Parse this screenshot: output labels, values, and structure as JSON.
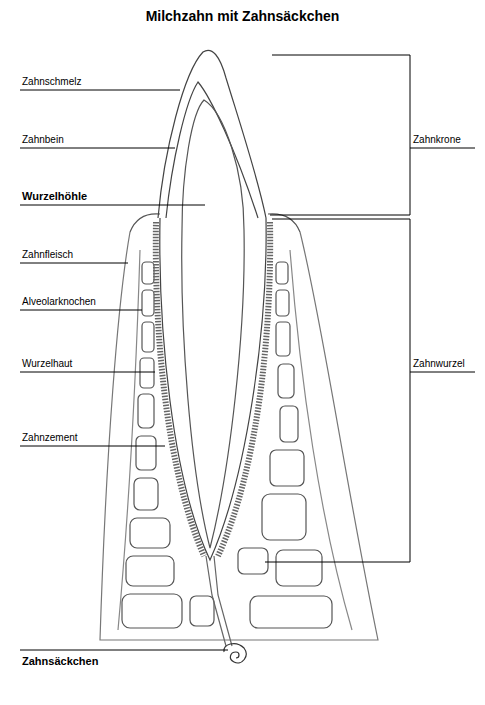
{
  "diagram": {
    "title": "Milchzahn mit Zahnsäckchen",
    "labels": [
      "Zahnschmelz",
      "Zahnbein",
      "Wurzelhöhle",
      "Zahnfleisch",
      "Alveolarknochen",
      "Wurzelhaut",
      "Zahnzement",
      "Zahnsäckchen",
      "Zahnkrone",
      "Zahnwurzel"
    ]
  }
}
